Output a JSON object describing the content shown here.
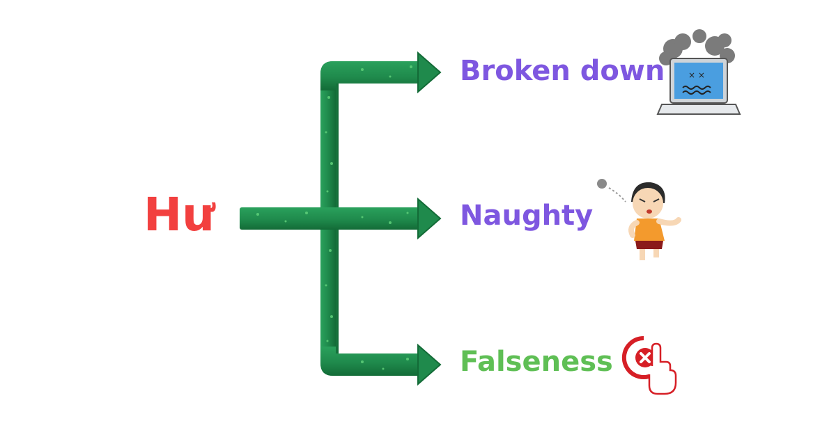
{
  "source": {
    "text": "Hư",
    "color": "#f2403f"
  },
  "meanings": [
    {
      "text": "Broken down",
      "color": "#7e57e0",
      "icon": "broken-laptop-icon"
    },
    {
      "text": "Naughty",
      "color": "#7e57e0",
      "icon": "naughty-boy-icon"
    },
    {
      "text": "Falseness",
      "color": "#5fbf55",
      "icon": "cross-mark-icon"
    }
  ],
  "colors": {
    "arrow_fill": "#1f8a4c",
    "arrow_dark": "#136b37",
    "arrow_speckle": "#5fd07a"
  }
}
